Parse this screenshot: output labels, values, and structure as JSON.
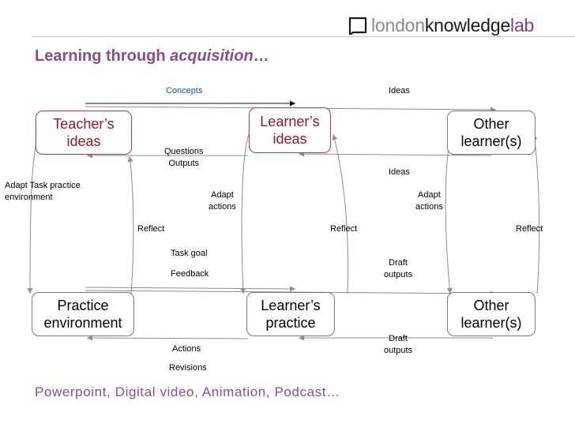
{
  "logo": {
    "part1": "london",
    "part2": "knowledge",
    "part3": "lab"
  },
  "title": {
    "text": "Learning through ",
    "emphasis": "acquisition",
    "suffix": "…"
  },
  "footer": {
    "text": "Powerpoint, Digital video, Animation, Podcast…"
  },
  "nodes": {
    "teachers_ideas": "Teacher’s\nideas",
    "learners_ideas": "Learner’s\nideas",
    "other_learners_top": "Other\nlearner(s)",
    "practice_environment": "Practice\nenvironment",
    "learners_practice": "Learner’s\npractice",
    "other_learners_bottom": "Other\nlearner(s)"
  },
  "labels": {
    "concepts": "Concepts",
    "ideas_top": "Ideas",
    "questions_outputs": "Questions\nOutputs",
    "ideas_mid": "Ideas",
    "adapt_task": "Adapt Task practice\nenvironment",
    "adapt_actions_1": "Adapt\nactions",
    "adapt_actions_2": "Adapt\nactions",
    "reflect_1": "Reflect",
    "reflect_2": "Reflect",
    "reflect_3": "Reflect",
    "task_goal": "Task goal",
    "feedback": "Feedback",
    "draft_outputs_1": "Draft\noutputs",
    "draft_outputs_2": "Draft\noutputs",
    "actions": "Actions",
    "revisions": "Revisions"
  },
  "colors": {
    "title": "#8a4d8c",
    "box_red_border": "#b03a4a",
    "box_red_text": "#8c1a2c",
    "concepts_text": "#1f4e9a",
    "line": "#8c8c8c"
  }
}
